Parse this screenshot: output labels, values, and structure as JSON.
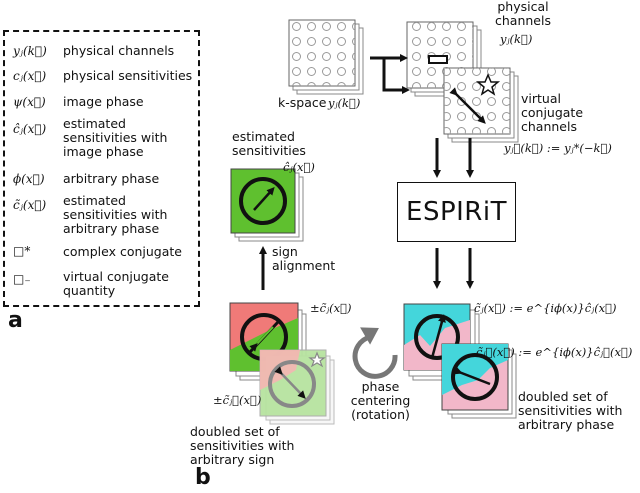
{
  "legend": {
    "items": [
      {
        "symbol": "yⱼ(k⃗)",
        "text": "physical channels"
      },
      {
        "symbol": "cⱼ(x⃗)",
        "text": "physical sensitivities"
      },
      {
        "symbol": "ψ(x⃗)",
        "text": "image phase"
      },
      {
        "symbol": "ĉⱼ(x⃗)",
        "text": "estimated sensitivities with image phase"
      },
      {
        "symbol": "ϕ(x⃗)",
        "text": "arbitrary phase"
      },
      {
        "symbol": "c̃ⱼ(x⃗)",
        "text": "estimated sensitivities with arbitrary phase"
      },
      {
        "symbol": "□*",
        "text": "complex conjugate"
      },
      {
        "symbol": "□₋",
        "text": "virtual conjugate quantity"
      }
    ],
    "panel_label": "a"
  },
  "panel_b": {
    "panel_label": "b",
    "kspace_label": "k-space",
    "kspace_math": "yⱼ(k⃗)",
    "physical_channels_label": "physical channels",
    "physical_channels_math": "yⱼ(k⃗)",
    "virtual_label": "virtual conjugate channels",
    "virtual_math": "yⱼ⋆(k⃗) := yⱼ*(−k⃗)",
    "espirit_label": "ESPIRiT",
    "estimated_label": "estimated sensitivities",
    "estimated_math": "ĉⱼ(x⃗)",
    "sign_label": "sign alignment",
    "pm_math_top": "±c̃ⱼ(x⃗)",
    "pm_math_bottom": "±c̃ⱼ⋆(x⃗)",
    "phase_label": "phase centering (rotation)",
    "doubled_sign_label": "doubled set of sensitivities with arbitrary sign",
    "ctilde_math": "c̃ⱼ(x⃗) := e^{iϕ(x)}ĉⱼ(x⃗)",
    "ctilde_star_math": "c̃ⱼ⋆(x⃗) := e^{iϕ(x)}ĉⱼ⋆(x⃗)",
    "doubled_phase_label": "doubled set of sensitivities with arbitrary phase"
  }
}
